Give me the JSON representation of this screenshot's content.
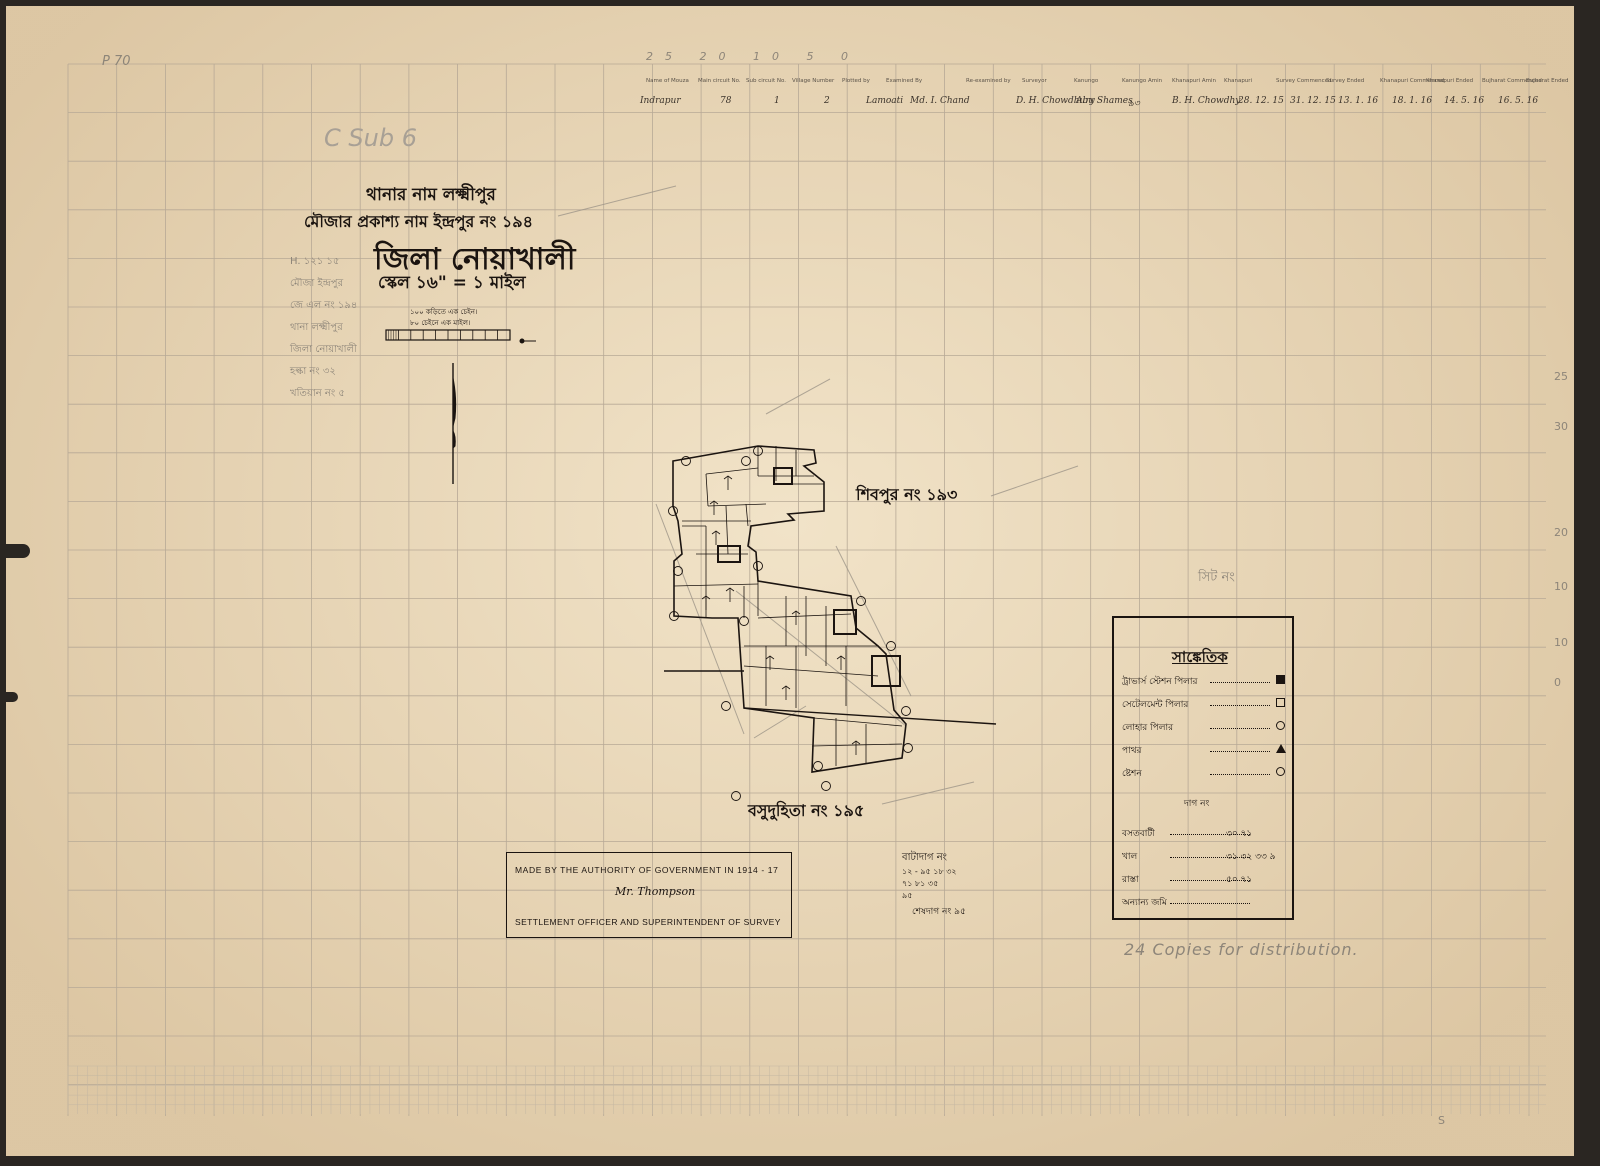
{
  "title": {
    "thana": "থানার নাম লক্ষ্মীপুর",
    "mouza": "মৌজার প্রকাশ্য নাম ইন্দ্রপুর নং ১৯৪",
    "district": "জিলা নোয়াখালী",
    "scale": "স্কেল ১৬\" = ১ মাইল"
  },
  "scale_bar": {
    "note1": "১০০ কড়িতে এক চেইন।",
    "note2": "৮০ চেইনে এক মাইল।"
  },
  "pencil_notes": {
    "side_block": [
      "H. ১২১ ১৫",
      "মৌজা ইন্দ্রপুর",
      "জে এল নং ১৯৪",
      "থানা লক্ষ্মীপুর",
      "জিলা নোয়াখালী",
      "হল্কা নং ৩২",
      "খতিয়ান নং ৫"
    ],
    "corner_top": "P 70",
    "signature_top": "C Sub 6",
    "copies": "24 Copies for distribution.",
    "sheet_no": "সিট নং",
    "bottom_s": "S"
  },
  "adjacent_mouzas": {
    "north_east": "শিবপুর নং ১৯৩",
    "south": "বসুদুহিতা নং ১৯৫"
  },
  "authority_box": {
    "line1": "MADE BY THE AUTHORITY OF GOVERNMENT IN    1914 - 17",
    "signature": "Mr. Thompson",
    "line2": "SETTLEMENT  OFFICER AND SUPERINTENDENT OF SURVEY"
  },
  "legend": {
    "title": "সাঙ্কেতিক",
    "items": [
      {
        "label": "ট্রাভার্স স্টেশন পিলার",
        "symbol": "filled-square"
      },
      {
        "label": "সেটেলমেন্ট পিলার",
        "symbol": "open-square"
      },
      {
        "label": "লোহার পিলার",
        "symbol": "pillar-circle"
      },
      {
        "label": "পাথর",
        "symbol": "triangle"
      },
      {
        "label": "ষ্টেশন",
        "symbol": "circle"
      }
    ],
    "dag_header": "দাগ নং",
    "dag_items": [
      {
        "label": "বসতবাটী",
        "value": "৩০ ৭১"
      },
      {
        "label": "খাল",
        "value": "৩১ ৩২ ৩৩ ৯"
      },
      {
        "label": "রাস্তা",
        "value": "৫০ ৭১"
      },
      {
        "label": "অন্যান্য জমি",
        "value": ""
      }
    ]
  },
  "shesh_dag": {
    "header": "বাটাদাগ নং",
    "rows": [
      "১২ - ৯৫  ১৮  ৩২",
      "৭১  ৮১  ৩৫",
      "৯৫"
    ],
    "footer": "শেষদাগ নং ৯৫"
  },
  "register_table": {
    "top_numbers": "25    20    10    5    0",
    "headers": [
      "Name of Mouza",
      "Main circuit No.",
      "Sub circuit No.",
      "Village Number",
      "Plotted by",
      "Examined By",
      "Re-examined by",
      "Surveyor",
      "Kanungo",
      "Kanungo Amin",
      "Khanapuri Amin",
      "Khanapuri",
      "Survey Commenced",
      "Survey Ended",
      "Khanapuri Commenced",
      "Khanapuri Ended",
      "Bujharat Commenced",
      "Bujharat Ended"
    ],
    "row": [
      "Indrapur",
      "78",
      "1",
      "2",
      "Lamoati",
      "Md. I. Chand",
      "",
      "D. H. Chowdhury",
      "Abu Shames",
      "৯৩",
      "B. H. Chowdhy",
      "28. 12. 15",
      "31. 12. 15",
      "13. 1. 16",
      "18. 1. 16",
      "14. 5. 16",
      "16. 5. 16"
    ]
  },
  "side_numbers": [
    "25",
    "30",
    "20",
    "10",
    "10",
    "0"
  ]
}
